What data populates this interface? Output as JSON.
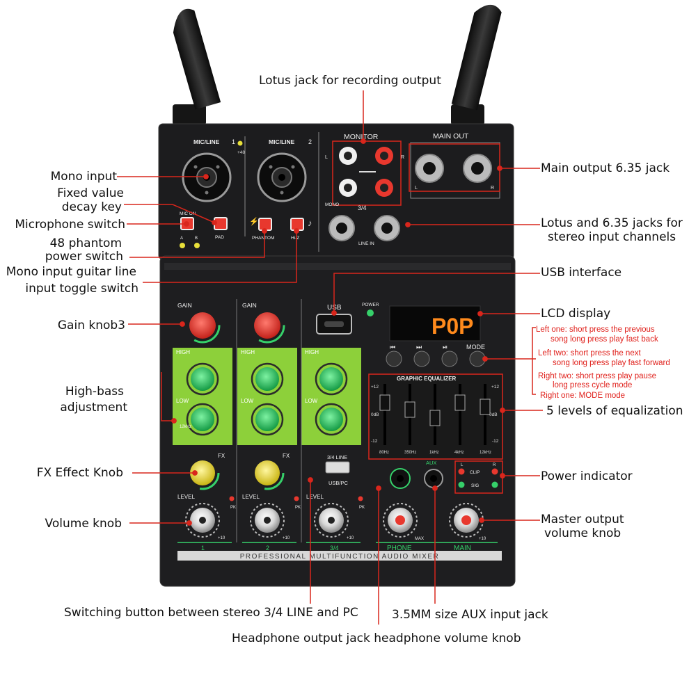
{
  "device": {
    "top_panel": {
      "ch1_label": "MIC/LINE",
      "ch1_num": "1",
      "ch2_label": "MIC/LINE",
      "ch2_num": "2",
      "phantom_indicator": "+48",
      "mic_on": "MIC ON",
      "pad": "PAD",
      "phantom": "PHANTOM",
      "hiz": "Hi-Z",
      "a_label": "A",
      "b_label": "B",
      "monitor": "MONITOR",
      "main_out": "MAIN OUT",
      "mono": "MONO",
      "ch34": "3/4",
      "line_in": "LINE IN",
      "l": "L",
      "r": "R"
    },
    "front_panel": {
      "gain": "GAIN",
      "high": "HIGH",
      "low": "LOW",
      "freq_high": "12kHz",
      "freq_low": "80Hz",
      "fx": "FX",
      "level": "LEVEL",
      "pk": "PK",
      "usb": "USB",
      "power": "POWER",
      "lcd_text": "P0P",
      "mode": "MODE",
      "geq_title": "GRAPHIC EQUALIZER",
      "geq_db_top": "+12",
      "geq_db_mid": "0dB",
      "geq_db_bottom": "-12",
      "geq_bands": [
        "80Hz",
        "350Hz",
        "1kHz",
        "4kHz",
        "12kHz"
      ],
      "line_switch_top": "3/4 LINE",
      "line_switch_bottom": "USB/PC",
      "aux": "AUX",
      "clip": "CLIP",
      "sig": "SIG",
      "max": "MAX",
      "plus10": "+10",
      "ch_labels": [
        "1",
        "2",
        "3/4"
      ],
      "phone": "PHONE",
      "main": "MAIN",
      "footer": "PROFESSIONAL MULTIFUNCTION AUDIO MIXER"
    }
  },
  "callouts": {
    "lotus_recording": "Lotus jack for recording output",
    "mono_input": "Mono input",
    "fixed_value_1": "Fixed value",
    "fixed_value_2": "decay key",
    "mic_switch": "Microphone switch",
    "phantom_1": "48   phantom",
    "phantom_2": "power switch",
    "guitar_1": "Mono input guitar line",
    "guitar_2": "input toggle switch",
    "gain_knob": "Gain knob3",
    "high_bass_1": "High-bass",
    "high_bass_2": "adjustment",
    "fx_knob": "FX Effect Knob",
    "volume_knob": "Volume knob",
    "main_output": "Main output 6.35 jack",
    "lotus_635_1": "Lotus and 6.35 jacks for",
    "lotus_635_2": "stereo input channels",
    "usb_interface": "USB interface",
    "lcd_display": "LCD display",
    "eq_levels": "5 levels of equalization",
    "power_indicator": "Power indicator",
    "master_1": "Master output",
    "master_2": "volume knob",
    "switching": "Switching button between stereo 3/4 LINE and PC",
    "aux_jack": "3.5MM size AUX input jack",
    "headphone": "Headphone output jack headphone volume knob"
  },
  "notes": {
    "left_one_1": "Left one: short press the previous",
    "left_one_2": "song long press play fast back",
    "left_two_1": "Left two: short press the next",
    "left_two_2": "song long press play fast forward",
    "right_two_1": "Right two: short press play pause",
    "right_two_2": "long press cycle mode",
    "right_one": "Right one: MODE mode"
  },
  "colors": {
    "arrow": "#d9261c",
    "panel": "#1c1c1e",
    "eq_green": "#8dd03a",
    "knob_red": "#e8382e",
    "knob_green": "#2fd06a",
    "knob_yellow": "#f1e13a",
    "lcd_text": "#ff8a1c"
  }
}
